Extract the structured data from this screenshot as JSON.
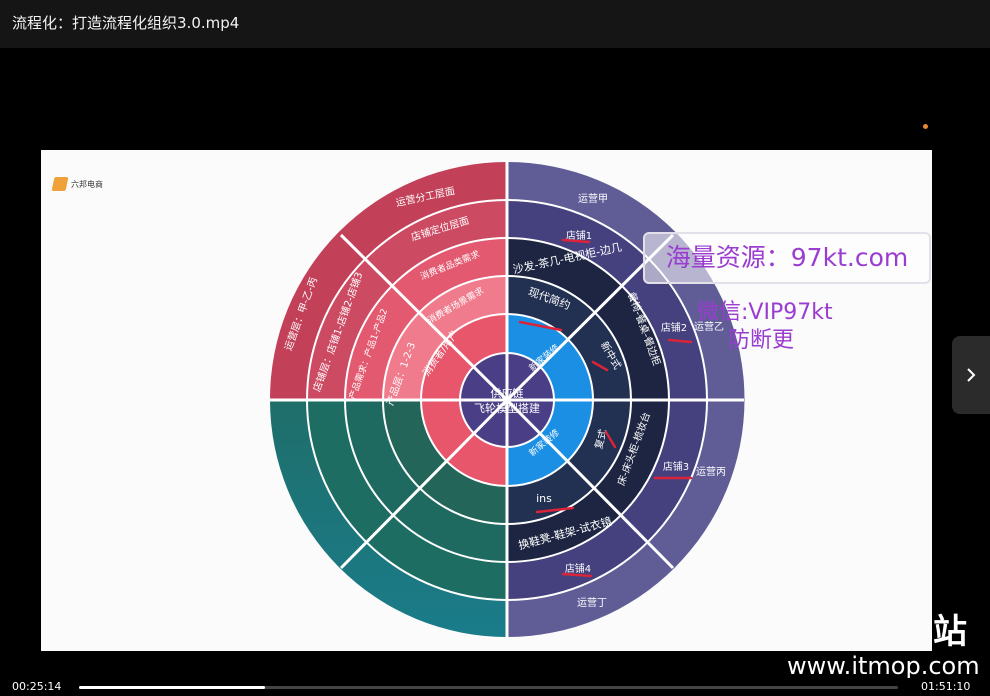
{
  "window": {
    "title": "流程化：打造流程化组织3.0.mp4"
  },
  "player": {
    "current_time": "00:25:14",
    "duration": "01:51:10",
    "progress": 0.227,
    "next_icon": "chevron-right-icon"
  },
  "slide": {
    "logo_text": "六邦电商",
    "center": [
      "供应链",
      "飞轮模型搭建"
    ],
    "left": {
      "ring1": "消费者/用户",
      "ring2a": "产品层：1-2-3",
      "ring2b": "消费者场景需求",
      "ring3a": "产品需求：产品1-产品2",
      "ring3b": "消费者品类需求",
      "ring4a": "店铺层：店铺1-店铺2-店铺3",
      "ring4b": "店铺定位层面",
      "ring5a": "运营层：甲-乙-丙",
      "ring5b": "运营分工层面"
    },
    "right": {
      "inner_top": "新家装修",
      "inner_bottom": "新家装修",
      "style_1": "现代简约",
      "style_2": "新中式",
      "style_3": "复式",
      "style_4": "ins",
      "cat_1": "沙发-茶几-电视柜-边几",
      "cat_2": "餐椅-餐桌-餐边柜",
      "cat_3": "床-床头柜-梳妆台",
      "cat_4": "换鞋凳-鞋架-试衣镜",
      "shop_1": "店铺1",
      "shop_2": "店铺2",
      "shop_3": "店铺3",
      "shop_4": "店铺4",
      "op_1": "运营甲",
      "op_2": "运营乙",
      "op_3": "运营丙",
      "op_4": "运营丁"
    }
  },
  "watermarks": {
    "resource": "海量资源：97kt.com",
    "wechat": "微信:VIP97kt",
    "note": "防断更",
    "site_badge": "站",
    "site": "www.itmop.com"
  }
}
